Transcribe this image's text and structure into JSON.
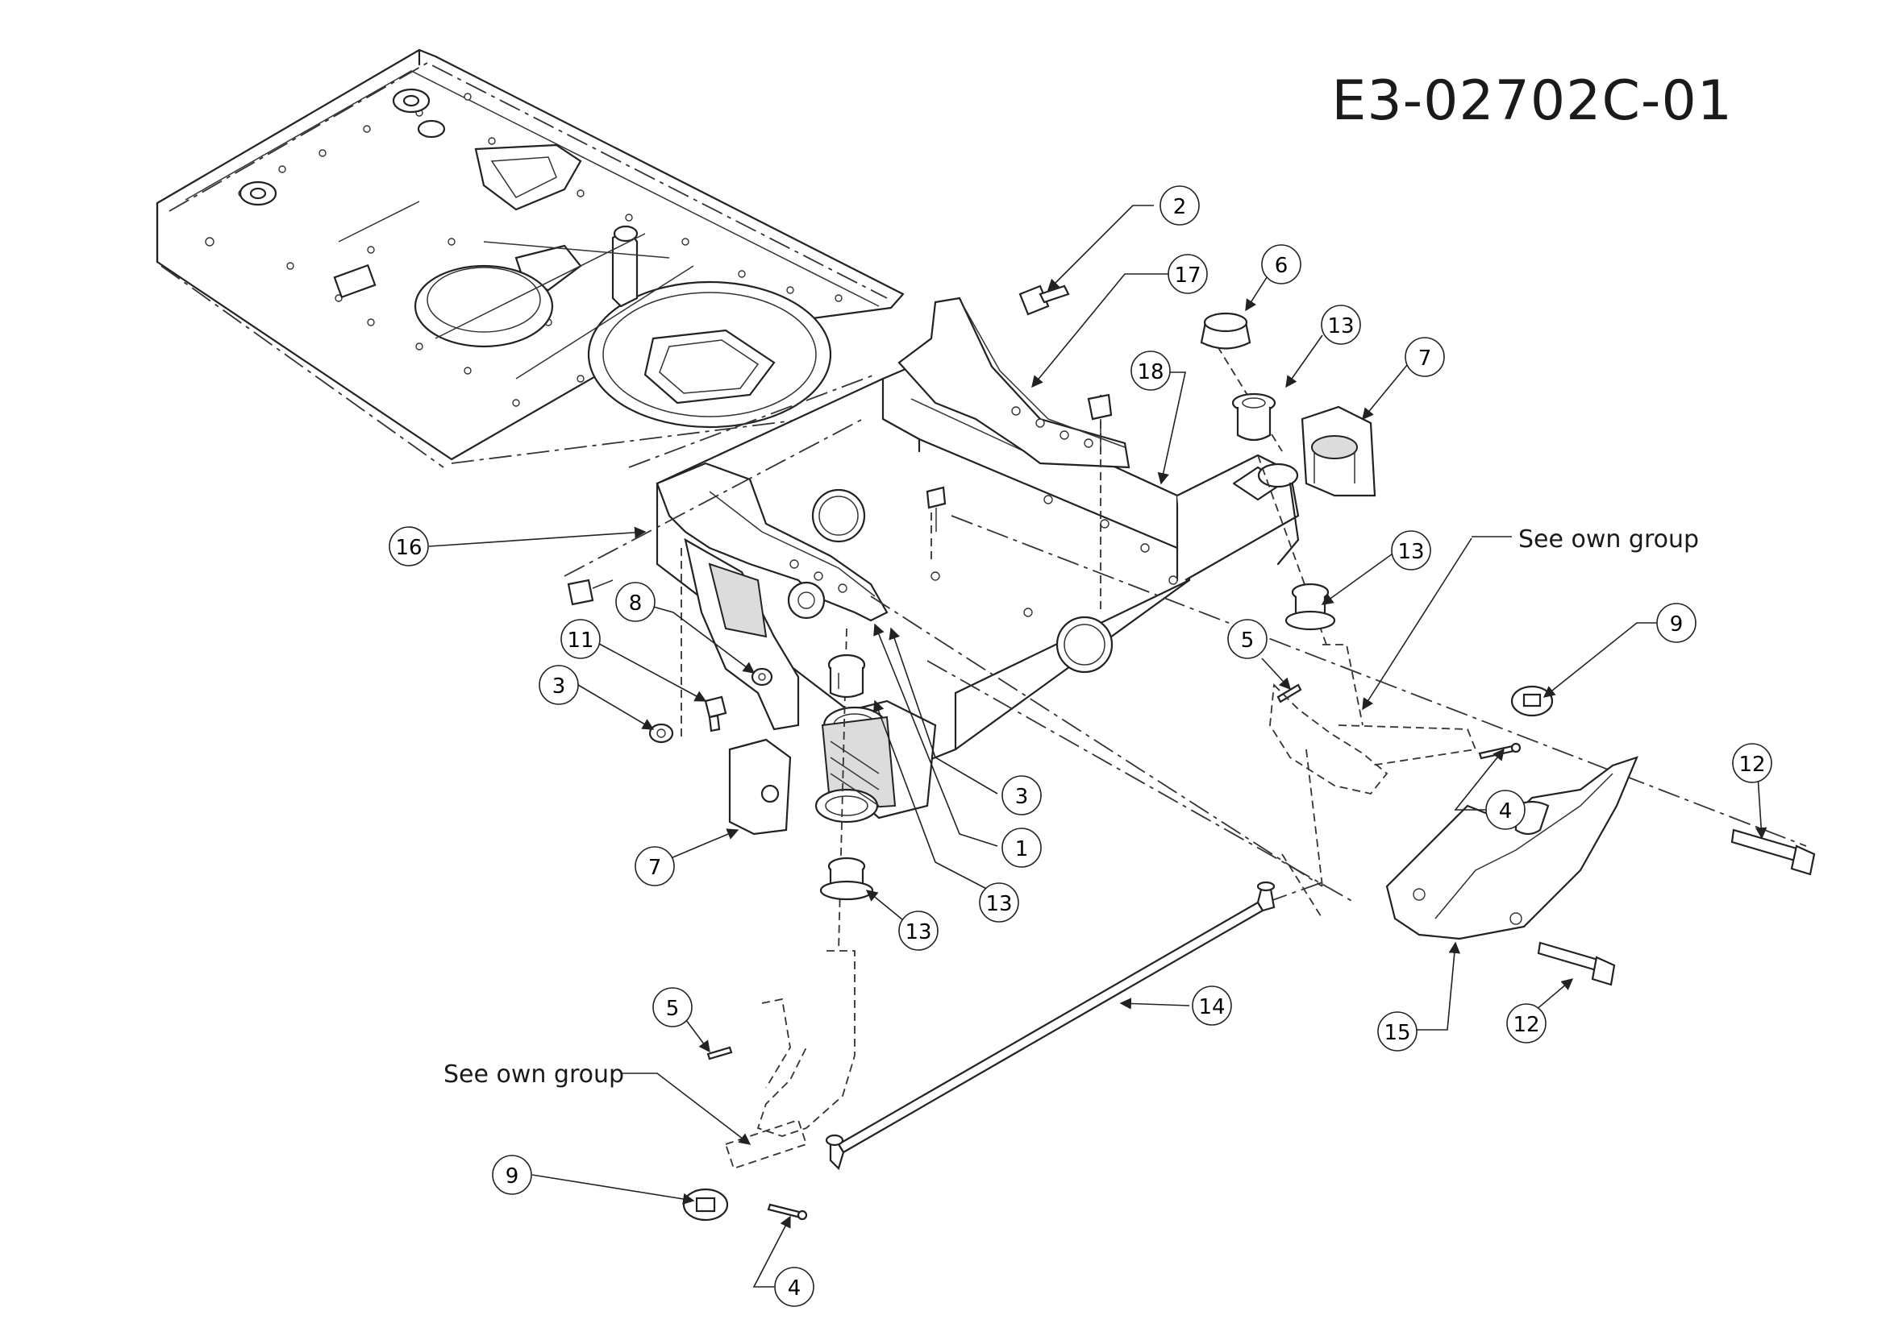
{
  "diagram": {
    "code": "E3-02702C-01",
    "notes": [
      {
        "id": "note-right",
        "text": "See own group"
      },
      {
        "id": "note-left",
        "text": "See own group"
      }
    ],
    "callouts": [
      {
        "id": "c1",
        "label": "1"
      },
      {
        "id": "c2",
        "label": "2"
      },
      {
        "id": "c3a",
        "label": "3"
      },
      {
        "id": "c3b",
        "label": "3"
      },
      {
        "id": "c4a",
        "label": "4"
      },
      {
        "id": "c4b",
        "label": "4"
      },
      {
        "id": "c5a",
        "label": "5"
      },
      {
        "id": "c5b",
        "label": "5"
      },
      {
        "id": "c6",
        "label": "6"
      },
      {
        "id": "c7a",
        "label": "7"
      },
      {
        "id": "c7b",
        "label": "7"
      },
      {
        "id": "c8",
        "label": "8"
      },
      {
        "id": "c9a",
        "label": "9"
      },
      {
        "id": "c9b",
        "label": "9"
      },
      {
        "id": "c11",
        "label": "11"
      },
      {
        "id": "c12a",
        "label": "12"
      },
      {
        "id": "c12b",
        "label": "12"
      },
      {
        "id": "c13a",
        "label": "13"
      },
      {
        "id": "c13b",
        "label": "13"
      },
      {
        "id": "c13c",
        "label": "13"
      },
      {
        "id": "c13d",
        "label": "13"
      },
      {
        "id": "c14",
        "label": "14"
      },
      {
        "id": "c15",
        "label": "15"
      },
      {
        "id": "c16",
        "label": "16"
      },
      {
        "id": "c17",
        "label": "17"
      },
      {
        "id": "c18",
        "label": "18"
      }
    ]
  }
}
